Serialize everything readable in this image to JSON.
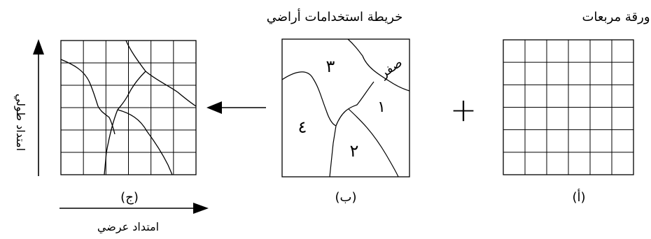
{
  "titles": {
    "grid_sheet": "ورقة مربعات",
    "land_use_map": "خريطة استخدامات أراضي"
  },
  "panel_labels": {
    "a": "(أ)",
    "b": "(ب)",
    "c": "(ج)"
  },
  "zones": {
    "z0": "صفر",
    "z1": "١",
    "z2": "٢",
    "z3": "٣",
    "z4": "٤"
  },
  "axes": {
    "vertical": "امتداد طولي",
    "horizontal": "امتداد عرضي"
  },
  "symbols": {
    "plus": "+"
  }
}
